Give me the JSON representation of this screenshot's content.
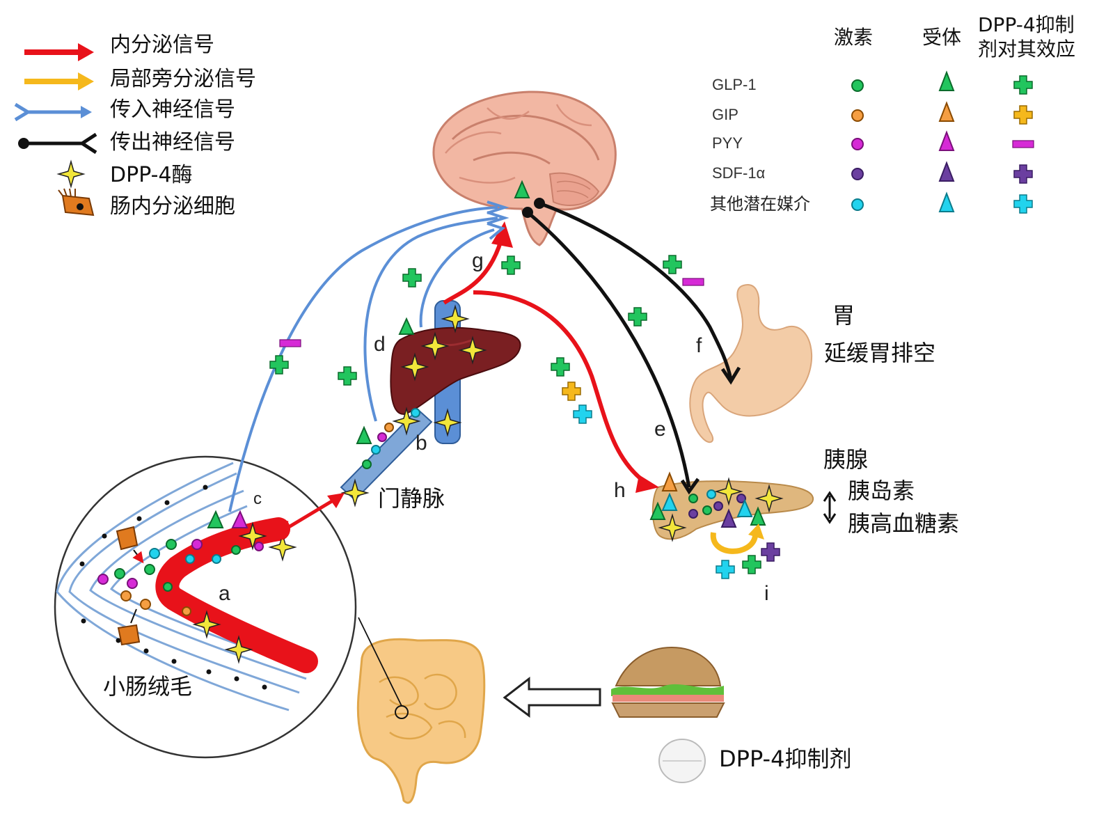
{
  "legend": {
    "endocrine": "内分泌信号",
    "paracrine": "局部旁分泌信号",
    "afferent": "传入神经信号",
    "efferent": "传出神经信号",
    "dpp4_enzyme": "DPP-4酶",
    "enteroendocrine": "肠内分泌细胞"
  },
  "table": {
    "col_hormone": "激素",
    "col_receptor": "受体",
    "col_effect_line1": "DPP-4抑制",
    "col_effect_line2": "剂对其效应",
    "rows": [
      {
        "name": "GLP-1",
        "color": "#22c55e",
        "effect": "+"
      },
      {
        "name": "GIP",
        "color": "#f59e42",
        "effect": "+"
      },
      {
        "name": "PYY",
        "color": "#d62ad6",
        "effect": "-"
      },
      {
        "name": "SDF-1α",
        "color": "#6b3fa0",
        "effect": "+"
      },
      {
        "name": "其他潜在媒介",
        "color": "#22d3ee",
        "effect": "+"
      }
    ]
  },
  "organs": {
    "stomach": "胃",
    "stomach_effect": "延缓胃排空",
    "pancreas": "胰腺",
    "insulin": "胰岛素",
    "glucagon": "胰高血糖素",
    "portal_vein": "门静脉",
    "villi": "小肠绒毛",
    "dpp4_inhibitor": "DPP-4抑制剂"
  },
  "letters": {
    "a": "a",
    "b": "b",
    "c": "c",
    "d": "d",
    "e": "e",
    "f": "f",
    "g": "g",
    "h": "h",
    "i": "i"
  },
  "colors": {
    "endocrine": "#e8121a",
    "paracrine": "#f5b81c",
    "afferent": "#5b8fd6",
    "efferent": "#111111",
    "dpp4_star": "#f2e63a"
  }
}
